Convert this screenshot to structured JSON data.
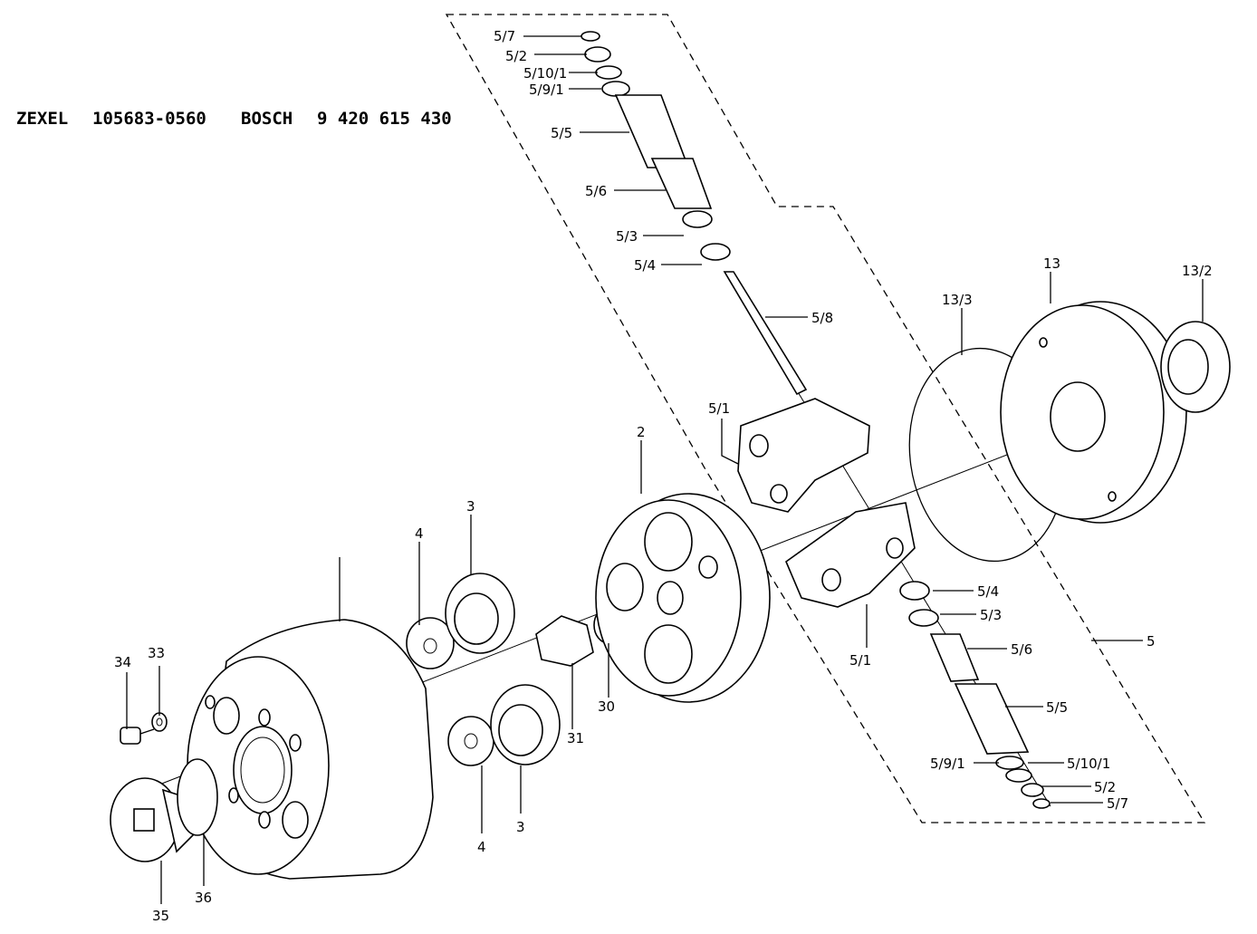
{
  "header": {
    "brand1": "ZEXEL",
    "part1": "105683-0560",
    "brand2": "BOSCH",
    "part2": "9 420 615 430"
  },
  "labels": {
    "p5_7_top": "5/7",
    "p5_2_top": "5/2",
    "p5_10_1_top": "5/10/1",
    "p5_9_1_top": "5/9/1",
    "p5_5_top": "5/5",
    "p5_6_top": "5/6",
    "p5_3_top": "5/3",
    "p5_4_top": "5/4",
    "p5_8": "5/8",
    "p5_1_top": "5/1",
    "p13": "13",
    "p13_3": "13/3",
    "p13_2": "13/2",
    "p2": "2",
    "p3_top": "3",
    "p4_top": "4",
    "p5_4_bot": "5/4",
    "p5_3_bot": "5/3",
    "p5_6_bot": "5/6",
    "p5": "5",
    "p5_1_bot": "5/1",
    "p5_5_bot": "5/5",
    "p5_9_1_bot": "5/9/1",
    "p5_10_1_bot": "5/10/1",
    "p5_2_bot": "5/2",
    "p5_7_bot": "5/7",
    "p34": "34",
    "p33": "33",
    "p31": "31",
    "p30": "30",
    "p3_bot": "3",
    "p4_bot": "4",
    "p35": "35",
    "p36": "36"
  }
}
